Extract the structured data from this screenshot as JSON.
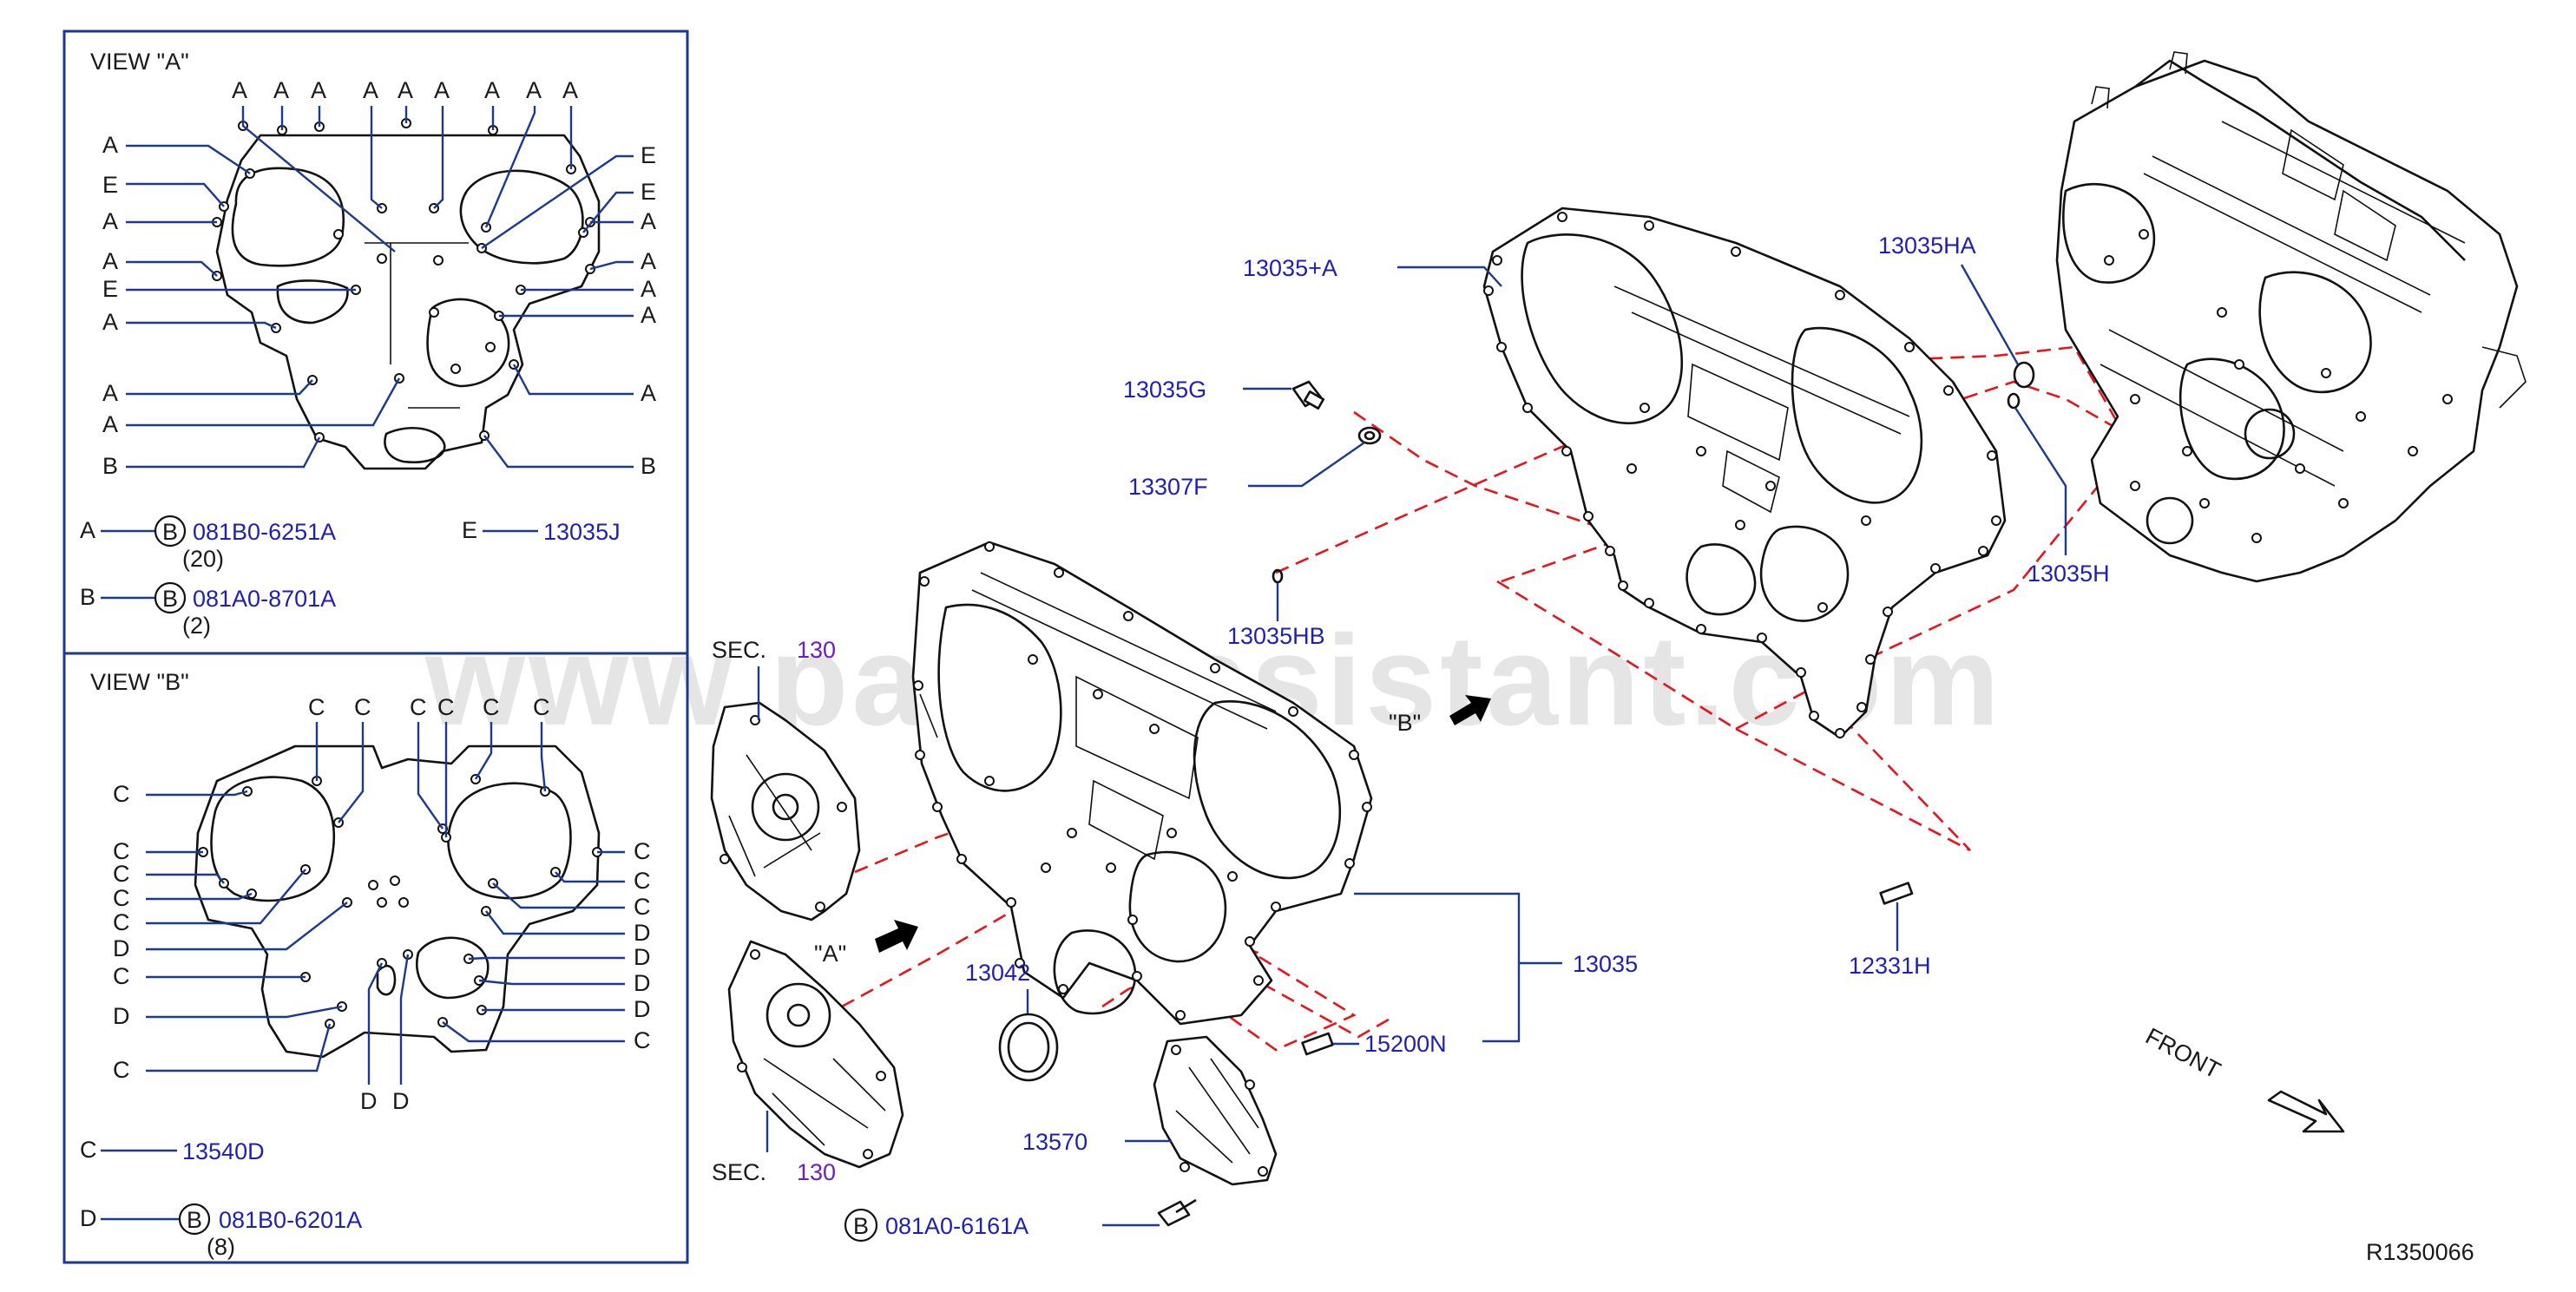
{
  "watermark": "www.partsassistant.com",
  "view_a": {
    "title": "VIEW  \"A\"",
    "top_labels": [
      "A",
      "A",
      "A",
      "A",
      "A",
      "A",
      "A",
      "A",
      "A"
    ],
    "left_labels": [
      "A",
      "E",
      "A",
      "A",
      "E",
      "A",
      "A",
      "A",
      "B"
    ],
    "right_labels": [
      "E",
      "E",
      "A",
      "A",
      "A",
      "A",
      "A",
      "B"
    ],
    "legend": [
      {
        "letter": "A",
        "circled": "B",
        "part": "081B0-6251A",
        "qty": "(20)"
      },
      {
        "letter": "B",
        "circled": "B",
        "part": "081A0-8701A",
        "qty": "(2)"
      },
      {
        "letter": "E",
        "part": "13035J"
      }
    ]
  },
  "view_b": {
    "title": "VIEW  \"B\"",
    "top_labels": [
      "C",
      "C",
      "C",
      "C",
      "C",
      "C"
    ],
    "left_labels": [
      "C",
      "C",
      "C",
      "C",
      "C",
      "D",
      "C",
      "D",
      "C"
    ],
    "right_labels": [
      "C",
      "C",
      "C",
      "D",
      "D",
      "D",
      "D",
      "C"
    ],
    "bottom_labels": [
      "D",
      "D"
    ],
    "legend": [
      {
        "letter": "C",
        "part": "13540D"
      },
      {
        "letter": "D",
        "circled": "B",
        "part": "081B0-6201A",
        "qty": "(8)"
      }
    ]
  },
  "sec": {
    "label": "SEC.",
    "num": "130"
  },
  "view_markers": {
    "a": "\"A\"",
    "b": "\"B\""
  },
  "parts": {
    "p13035A": "13035+A",
    "p13035G": "13035G",
    "p13307F": "13307F",
    "p13035HB": "13035HB",
    "p13035HA": "13035HA",
    "p13035H": "13035H",
    "p13035": "13035",
    "p12331H": "12331H",
    "p13042": "13042",
    "p15200N": "15200N",
    "p13570": "13570",
    "bolt_circled": "B",
    "bolt": "081A0-6161A"
  },
  "front": "FRONT",
  "ref": "R1350066"
}
